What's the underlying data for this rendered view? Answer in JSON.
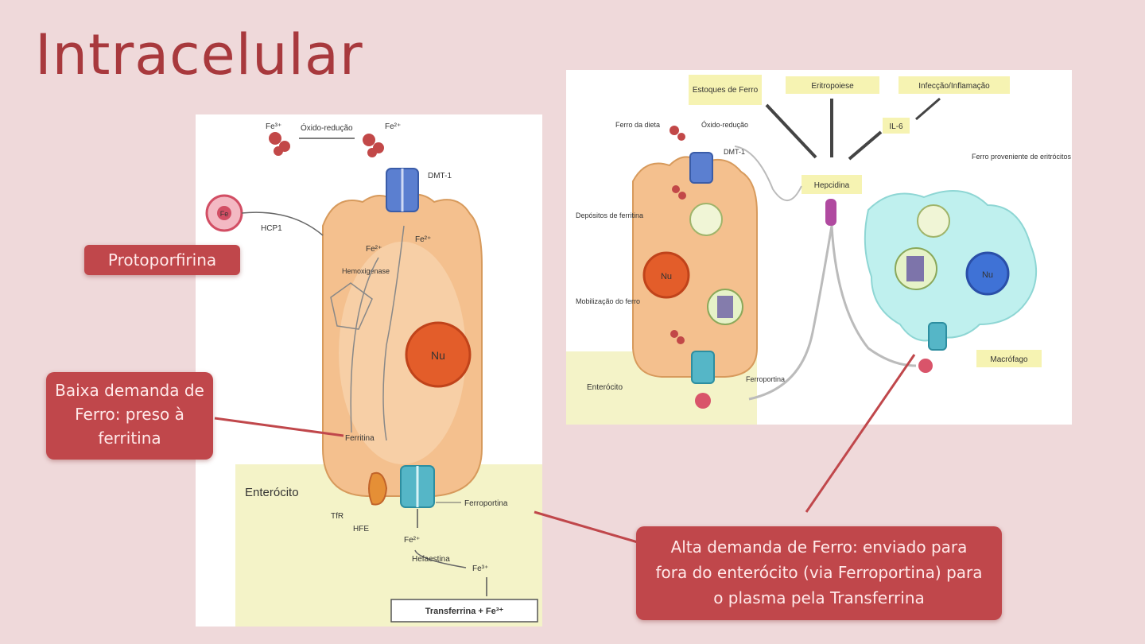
{
  "slide": {
    "title": "Intracelular"
  },
  "callouts": {
    "protoporfirina": "Protoporfirina",
    "baixa_demanda": "Baixa demanda de Ferro: preso à ferritina",
    "alta_demanda": "Alta demanda de Ferro: enviado para fora do enterócito (via Ferroportina) para o plasma pela Transferrina"
  },
  "left_figure": {
    "fe3": "Fe³⁺",
    "oxido_reducao": "Óxido-redução",
    "fe2": "Fe²⁺",
    "dmt1": "DMT-1",
    "hcp1": "HCP1",
    "heme": "Fe",
    "hemoxigenase": "Hemoxigenase",
    "fe2_inner_a": "Fe²⁺",
    "fe2_inner_b": "Fe²⁺",
    "nucleus": "Nu",
    "ferritina": "Ferritina",
    "enterocito": "Enterócito",
    "tfr": "TfR",
    "hfe": "HFE",
    "ferroportina": "Ferroportina",
    "fe2_out": "Fe²⁺",
    "hefaestina": "Hefaestina",
    "fe3_out": "Fe³⁺",
    "transferrina": "Transferrina + Fe³⁺"
  },
  "right_figure": {
    "estoques": "Estoques de Ferro",
    "eritropoiese": "Eritropoiese",
    "inflamacao": "Infecção/Inflamação",
    "il6": "IL-6",
    "ferro_dieta": "Ferro da dieta",
    "oxido": "Óxido-redução",
    "dmt1": "DMT-1",
    "hepcidina": "Hepcidina",
    "deposito": "Depósitos de ferritina",
    "nucleus_left": "Nu",
    "mobilizacao": "Mobilização do ferro",
    "ferroportina": "Ferroportina",
    "enterocito": "Enterócito",
    "ferro_macrofago": "Ferro proveniente de eritrócitos senescentes",
    "nucleus_right": "Nu",
    "macrofago": "Macrófago"
  }
}
